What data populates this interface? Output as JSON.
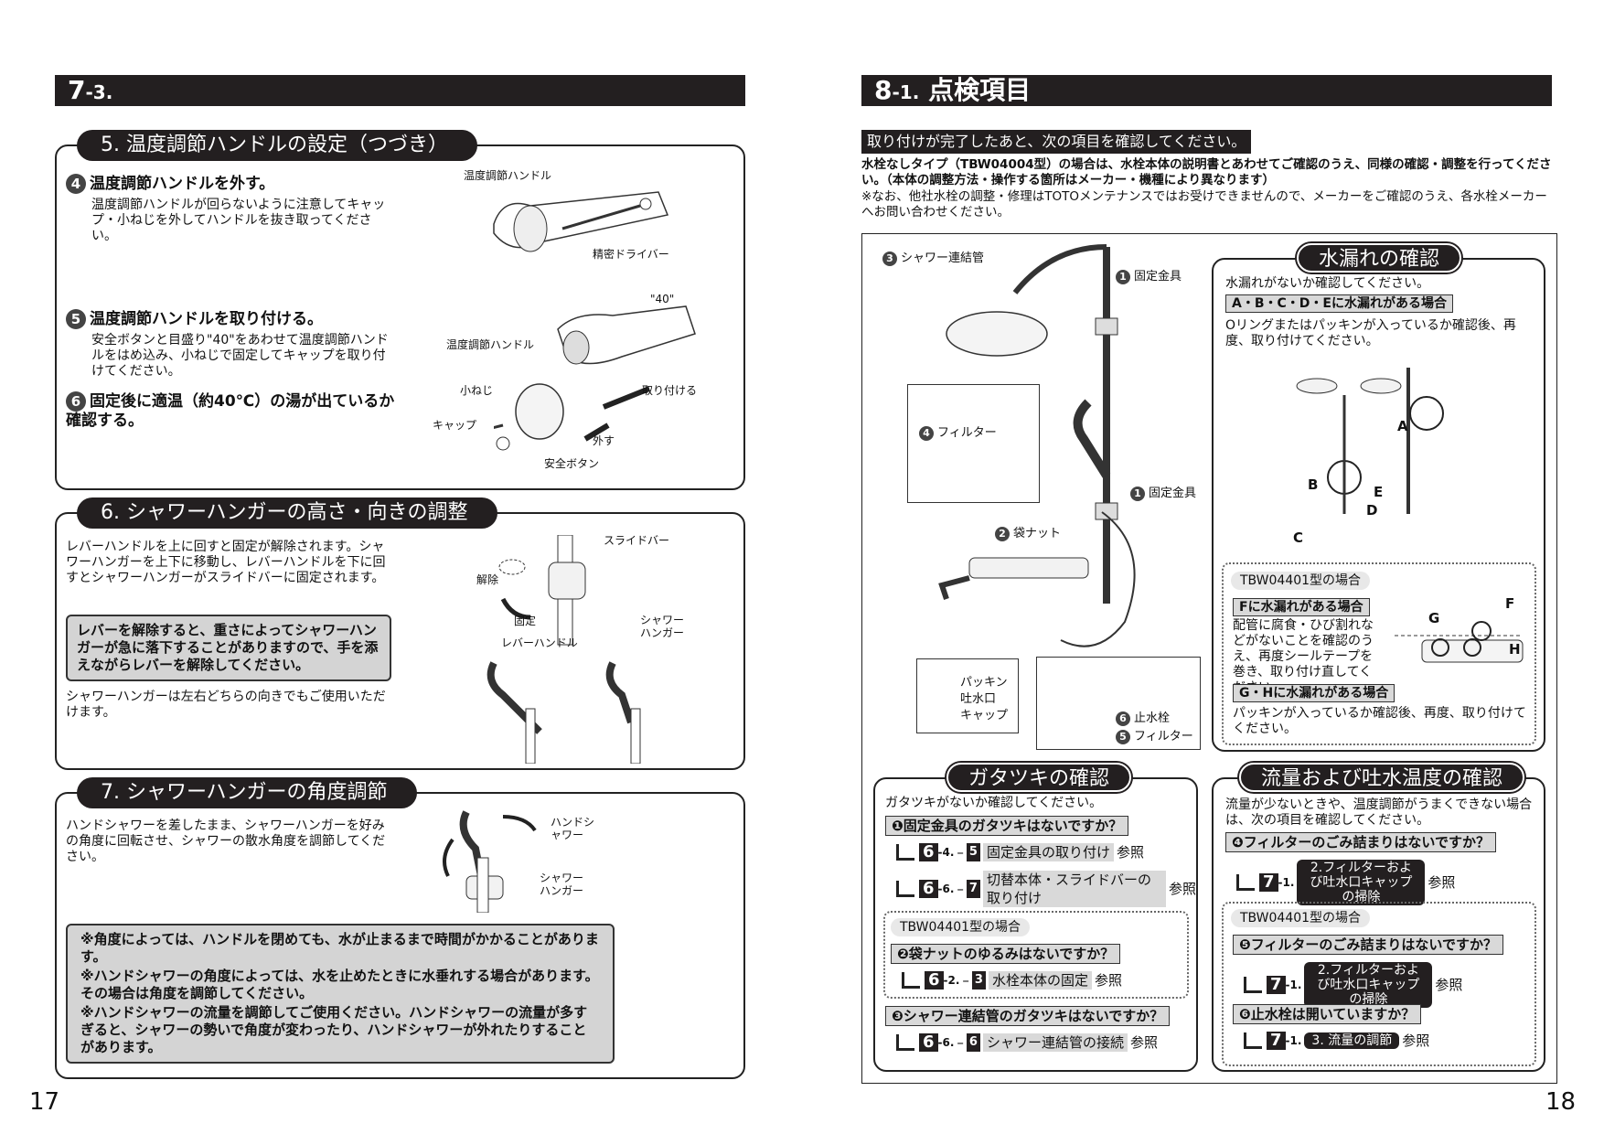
{
  "left": {
    "header": {
      "main": "7",
      "sub": "-3."
    },
    "sec5": {
      "title": "5. 温度調節ハンドルの設定（つづき）",
      "s4_num": "4",
      "s4_title": "温度調節ハンドルを外す。",
      "s4_body": "温度調節ハンドルが回らないように注意してキャップ・小ねじを外してハンドルを抜き取ってください。",
      "s5_num": "5",
      "s5_title": "温度調節ハンドルを取り付ける。",
      "s5_body": "安全ボタンと目盛り\"40\"をあわせて温度調節ハンドルをはめ込み、小ねじで固定してキャップを取り付けてください。",
      "s6_num": "6",
      "s6_title": "固定後に適温（約40℃）の湯が出ているか確認する。",
      "lbl_handle1": "温度調節ハンドル",
      "lbl_driver": "精密ドライバー",
      "lbl_40": "\"40\"",
      "lbl_handle2": "温度調節ハンドル",
      "lbl_screw": "小ねじ",
      "lbl_attach": "取り付ける",
      "lbl_cap": "キャップ",
      "lbl_remove": "外す",
      "lbl_safety": "安全ボタン"
    },
    "sec6": {
      "title": "6. シャワーハンガーの高さ・向きの調整",
      "body": "レバーハンドルを上に回すと固定が解除されます。シャワーハンガーを上下に移動し、レバーハンドルを下に回すとシャワーハンガーがスライドバーに固定されます。",
      "warn": "レバーを解除すると、重さによってシャワーハンガーが急に落下することがありますので、手を添えながらレバーを解除してください。",
      "note": "シャワーハンガーは左右どちらの向きでもご使用いただけます。",
      "lbl_slide": "スライドバー",
      "lbl_release": "解除",
      "lbl_fix": "固定",
      "lbl_hanger": "シャワーハンガー",
      "lbl_lever": "レバーハンドル"
    },
    "sec7": {
      "title": "7. シャワーハンガーの角度調節",
      "body": "ハンドシャワーを差したまま、シャワーハンガーを好みの角度に回転させ、シャワーの散水角度を調節してください。",
      "lbl_hand": "ハンドシャワー",
      "lbl_hanger": "シャワーハンガー",
      "notes": [
        "※角度によっては、ハンドルを閉めても、水が止まるまで時間がかかることがあります。",
        "※ハンドシャワーの角度によっては、水を止めたときに水垂れする場合があります。その場合は角度を調節してください。",
        "※ハンドシャワーの流量を調節してご使用ください。ハンドシャワーの流量が多すぎると、シャワーの勢いで角度が変わったり、ハンドシャワーが外れたりすることがあります。"
      ]
    },
    "page": "17"
  },
  "right": {
    "header": {
      "main": "8",
      "sub": "-1.",
      "title": "点検項目"
    },
    "banner": "取り付けが完了したあと、次の項目を確認してください。",
    "intro_bold": "水栓なしタイプ（TBW04004型）の場合は、水栓本体の説明書とあわせてご確認のうえ、同様の確認・調整を行ってください。（本体の調整方法・操作する箇所はメーカー・機種により異なります）",
    "intro_note": "※なお、他社水栓の調整・修理はTOTOメンテナンスではお受けできませんので、メーカーをご確認のうえ、各水栓メーカーへお問い合わせください。",
    "diagram": {
      "l3": "シャワー連結管",
      "l1a": "固定金具",
      "l4": "フィルター",
      "l1b": "固定金具",
      "l2": "袋ナット",
      "lp": "パッキン",
      "lt": "吐水口",
      "lc": "キャップ",
      "l6": "止水栓",
      "l5": "フィルター"
    },
    "leak": {
      "title": "水漏れの確認",
      "line1": "水漏れがないか確認してください。",
      "bar1": "A・B・C・D・Eに水漏れがある場合",
      "text1": "Oリングまたはパッキンが入っているか確認後、再度、取り付けてください。",
      "tag": "TBW04401型の場合",
      "bar2": "Fに水漏れがある場合",
      "text2": "配管に腐食・ひび割れなどがないことを確認のうえ、再度シールテープを巻き、取り付け直してください。",
      "bar3": "G・Hに水漏れがある場合",
      "text3": "パッキンが入っているか確認後、再度、取り付けてください。",
      "letters": [
        "A",
        "B",
        "C",
        "D",
        "E",
        "F",
        "G",
        "H"
      ]
    },
    "rattle": {
      "title": "ガタツキの確認",
      "line1": "ガタツキがないか確認してください。",
      "q1": "❶固定金具のガタツキはないですか？",
      "r1": {
        "k": "6",
        "s": "-4.",
        "n": "5",
        "t": "固定金具の取り付け",
        "tail": "参照"
      },
      "r2": {
        "k": "6",
        "s": "-6.",
        "n": "7",
        "t": "切替本体・スライドバーの取り付け",
        "tail": "参照"
      },
      "tag": "TBW04401型の場合",
      "q2": "❷袋ナットのゆるみはないですか？",
      "r3": {
        "k": "6",
        "s": "-2.",
        "n": "3",
        "t": "水栓本体の固定",
        "tail": "参照"
      },
      "q3": "❸シャワー連結管のガタツキはないですか？",
      "r4": {
        "k": "6",
        "s": "-6.",
        "n": "6",
        "t": "シャワー連結管の接続",
        "tail": "参照"
      }
    },
    "flow": {
      "title": "流量および吐水温度の確認",
      "line1": "流量が少ないときや、温度調節がうまくできない場合は、次の項目を確認してください。",
      "q1": "❹フィルターのごみ詰まりはないですか？",
      "r1": {
        "k": "7",
        "s": "-1.",
        "t": "2.フィルターおよび吐水口キャップの掃除",
        "tail": "参照"
      },
      "tag": "TBW04401型の場合",
      "q2": "❺フィルターのごみ詰まりはないですか？",
      "r2": {
        "k": "7",
        "s": "-1.",
        "t": "2.フィルターおよび吐水口キャップの掃除",
        "tail": "参照"
      },
      "q3": "❻止水栓は開いていますか？",
      "r3": {
        "k": "7",
        "s": "-1.",
        "t": "3. 流量の調節",
        "tail": "参照"
      }
    },
    "page": "18"
  }
}
